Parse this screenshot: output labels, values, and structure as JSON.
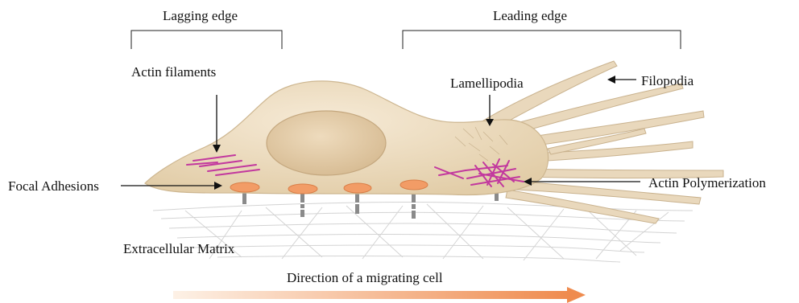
{
  "labels": {
    "lagging_edge": "Lagging edge",
    "leading_edge": "Leading edge",
    "actin_filaments": "Actin filaments",
    "lamellipodia": "Lamellipodia",
    "filopodia": "Filopodia",
    "focal_adhesions": "Focal Adhesions",
    "actin_polymerization": "Actin Polymerization",
    "extracellular_matrix": "Extracellular Matrix",
    "direction": "Direction of a migrating cell"
  },
  "colors": {
    "cell_body": "#efe0c6",
    "cell_shadow": "#d8c3a0",
    "nucleus": "#e3cba8",
    "actin": "#c2389e",
    "adhesion": "#f29c66",
    "matrix": "#c9c9c9",
    "arrow_start": "#fdf1e6",
    "arrow_end": "#ef8b4e"
  }
}
